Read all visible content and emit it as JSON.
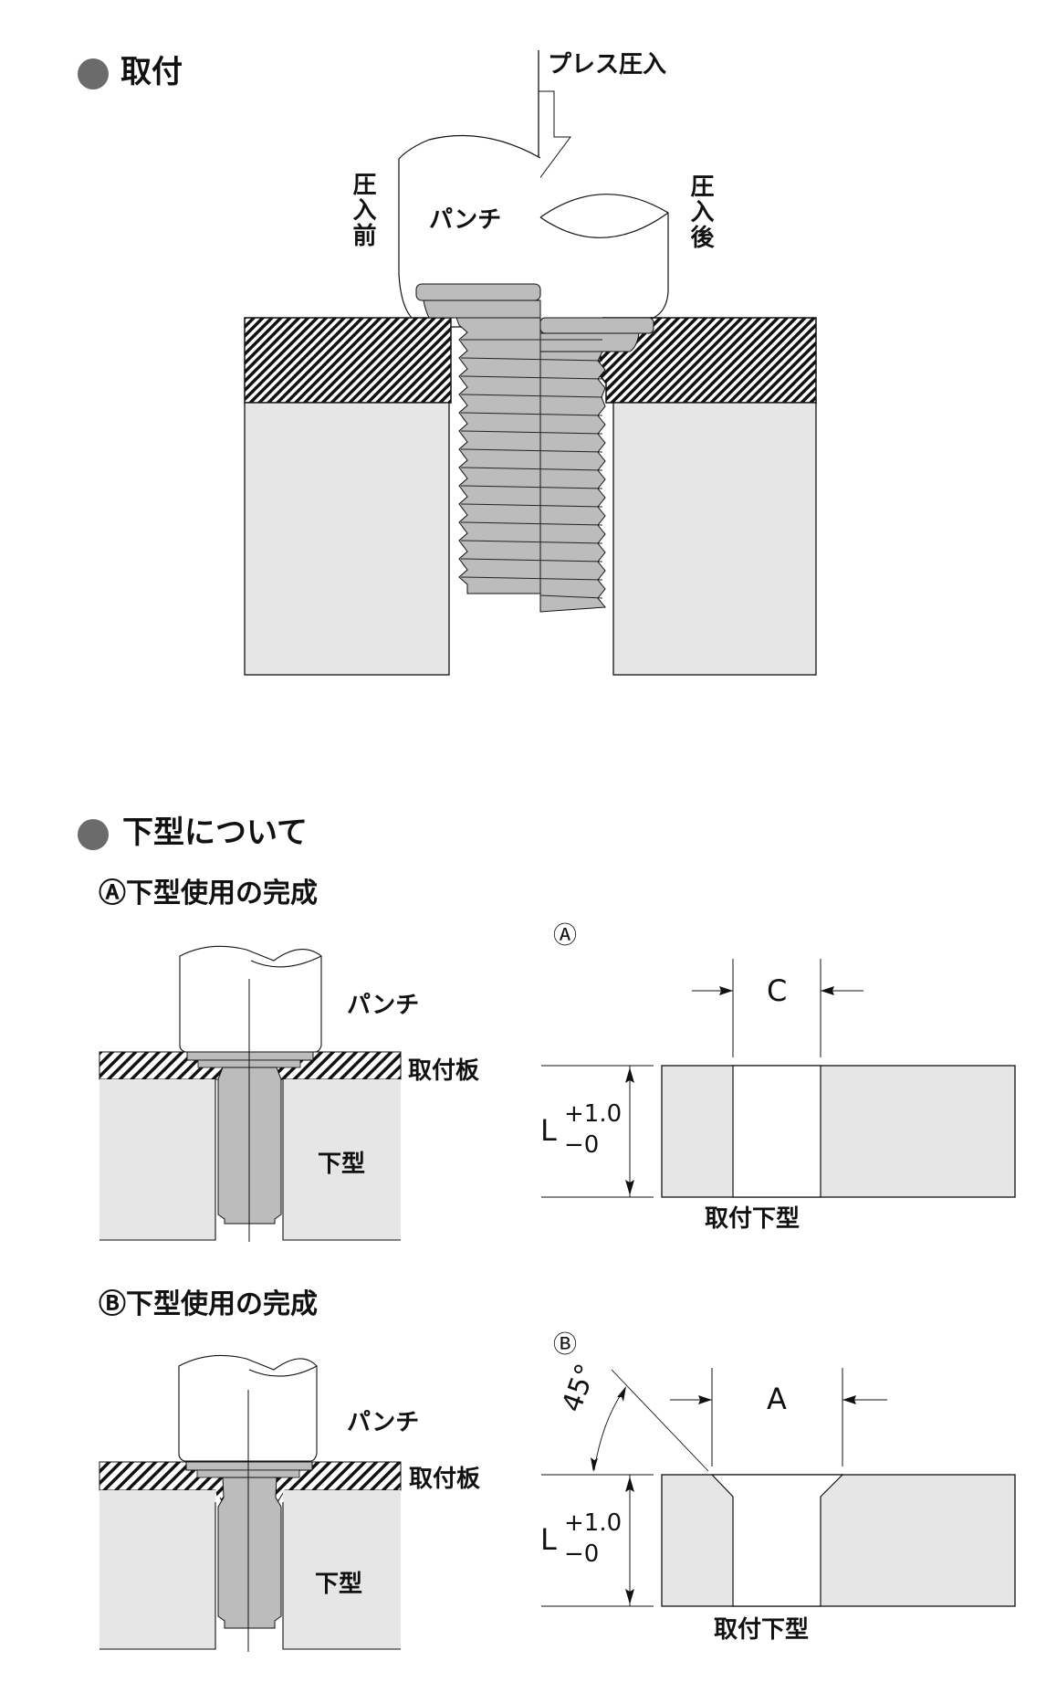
{
  "section1": {
    "title": "取付",
    "press_label": "プレス圧入",
    "before_label": "圧入前",
    "after_label": "圧入後",
    "punch_label": "パンチ"
  },
  "section2": {
    "title": "下型について",
    "diagramA": {
      "heading": "Ⓐ下型使用の完成",
      "punch_label": "パンチ",
      "plate_label": "取付板",
      "die_label": "下型",
      "spec_marker": "Ⓐ",
      "dim_width": "C",
      "dim_length": "L",
      "tol_plus": "+1.0",
      "tol_minus": "−0",
      "die_caption": "取付下型"
    },
    "diagramB": {
      "heading": "Ⓑ下型使用の完成",
      "punch_label": "パンチ",
      "plate_label": "取付板",
      "die_label": "下型",
      "spec_marker": "Ⓑ",
      "dim_width": "A",
      "angle": "45°",
      "dim_length": "L",
      "tol_plus": "+1.0",
      "tol_minus": "−0",
      "die_caption": "取付下型"
    }
  },
  "colors": {
    "bullet": "#6b6b6b",
    "die_fill": "#e6e6e6",
    "insert_fill": "#bcbcbc",
    "line": "#111111"
  }
}
